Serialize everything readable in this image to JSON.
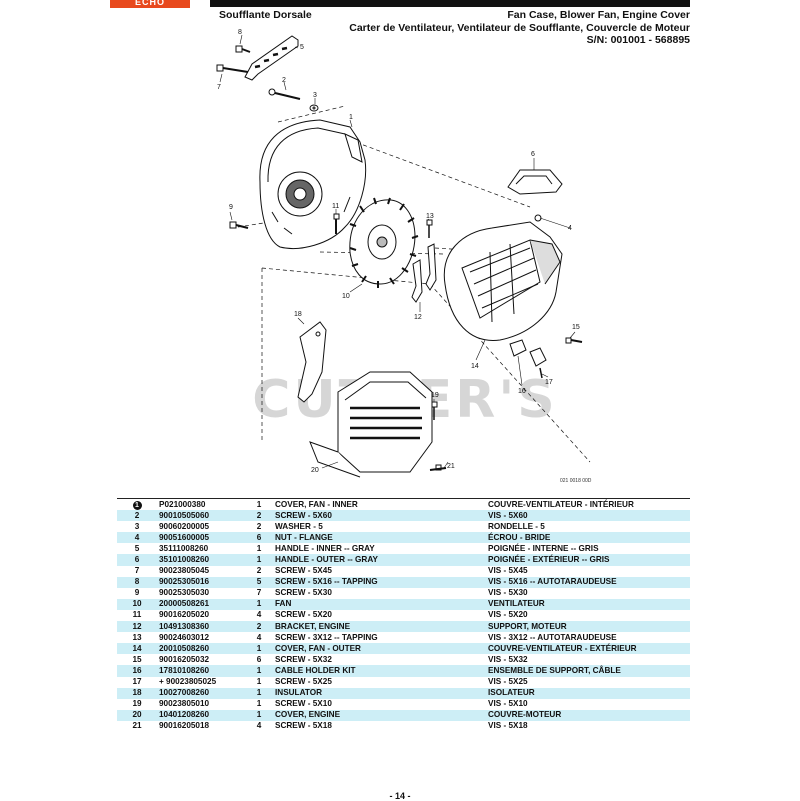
{
  "header": {
    "brand": "ECHO",
    "title_left": "Soufflante Dorsale",
    "title_right": [
      "Fan Case, Blower Fan, Engine Cover",
      "Carter de Ventilateur, Ventilateur de Soufflante, Couvercle de Moteur",
      "S/N: 001001 - 568895"
    ]
  },
  "watermark": "CUTTER'S",
  "figure_code": "021 0018 00D",
  "callouts": [
    "1",
    "2",
    "3",
    "4",
    "5",
    "6",
    "7",
    "8",
    "9",
    "10",
    "11",
    "12",
    "13",
    "14",
    "15",
    "16",
    "17",
    "18",
    "19",
    "20",
    "21"
  ],
  "parts": [
    {
      "ref": "1",
      "pn": "P021000380",
      "qty": "1",
      "en": "COVER, FAN - INNER",
      "fr": "COUVRE-VENTILATEUR - INTÉRIEUR"
    },
    {
      "ref": "2",
      "pn": "90010505060",
      "qty": "2",
      "en": "SCREW - 5X60",
      "fr": "VIS - 5X60"
    },
    {
      "ref": "3",
      "pn": "90060200005",
      "qty": "2",
      "en": "WASHER - 5",
      "fr": "RONDELLE - 5"
    },
    {
      "ref": "4",
      "pn": "90051600005",
      "qty": "6",
      "en": "NUT - FLANGE",
      "fr": "ÉCROU - BRIDE"
    },
    {
      "ref": "5",
      "pn": "35111008260",
      "qty": "1",
      "en": "HANDLE - INNER -- GRAY",
      "fr": "POIGNÉE - INTERNE -- GRIS"
    },
    {
      "ref": "6",
      "pn": "35101008260",
      "qty": "1",
      "en": "HANDLE - OUTER -- GRAY",
      "fr": "POIGNÉE - EXTÉRIEUR -- GRIS"
    },
    {
      "ref": "7",
      "pn": "90023805045",
      "qty": "2",
      "en": "SCREW - 5X45",
      "fr": "VIS - 5X45"
    },
    {
      "ref": "8",
      "pn": "90025305016",
      "qty": "5",
      "en": "SCREW - 5X16 -- TAPPING",
      "fr": "VIS - 5X16 -- AUTOTARAUDEUSE"
    },
    {
      "ref": "9",
      "pn": "90025305030",
      "qty": "7",
      "en": "SCREW - 5X30",
      "fr": "VIS - 5X30"
    },
    {
      "ref": "10",
      "pn": "20000508261",
      "qty": "1",
      "en": "FAN",
      "fr": "VENTILATEUR"
    },
    {
      "ref": "11",
      "pn": "90016205020",
      "qty": "4",
      "en": "SCREW - 5X20",
      "fr": "VIS - 5X20"
    },
    {
      "ref": "12",
      "pn": "10491308360",
      "qty": "2",
      "en": "BRACKET, ENGINE",
      "fr": "SUPPORT, MOTEUR"
    },
    {
      "ref": "13",
      "pn": "90024603012",
      "qty": "4",
      "en": "SCREW - 3X12 -- TAPPING",
      "fr": "VIS - 3X12 -- AUTOTARAUDEUSE"
    },
    {
      "ref": "14",
      "pn": "20010508260",
      "qty": "1",
      "en": "COVER, FAN - OUTER",
      "fr": "COUVRE-VENTILATEUR - EXTÉRIEUR"
    },
    {
      "ref": "15",
      "pn": "90016205032",
      "qty": "6",
      "en": "SCREW - 5X32",
      "fr": "VIS - 5X32"
    },
    {
      "ref": "16",
      "pn": "17810108260",
      "qty": "1",
      "en": "CABLE HOLDER KIT",
      "fr": "ENSEMBLE DE SUPPORT, CÂBLE"
    },
    {
      "ref": "17",
      "pn": "+ 90023805025",
      "qty": "1",
      "en": "SCREW - 5X25",
      "fr": "VIS - 5X25"
    },
    {
      "ref": "18",
      "pn": "10027008260",
      "qty": "1",
      "en": "INSULATOR",
      "fr": "ISOLATEUR"
    },
    {
      "ref": "19",
      "pn": "90023805010",
      "qty": "1",
      "en": "SCREW - 5X10",
      "fr": "VIS - 5X10"
    },
    {
      "ref": "20",
      "pn": "10401208260",
      "qty": "1",
      "en": "COVER, ENGINE",
      "fr": "COUVRE-MOTEUR"
    },
    {
      "ref": "21",
      "pn": "90016205018",
      "qty": "4",
      "en": "SCREW - 5X18",
      "fr": "VIS - 5X18"
    }
  ],
  "page_number": "- 14 -"
}
